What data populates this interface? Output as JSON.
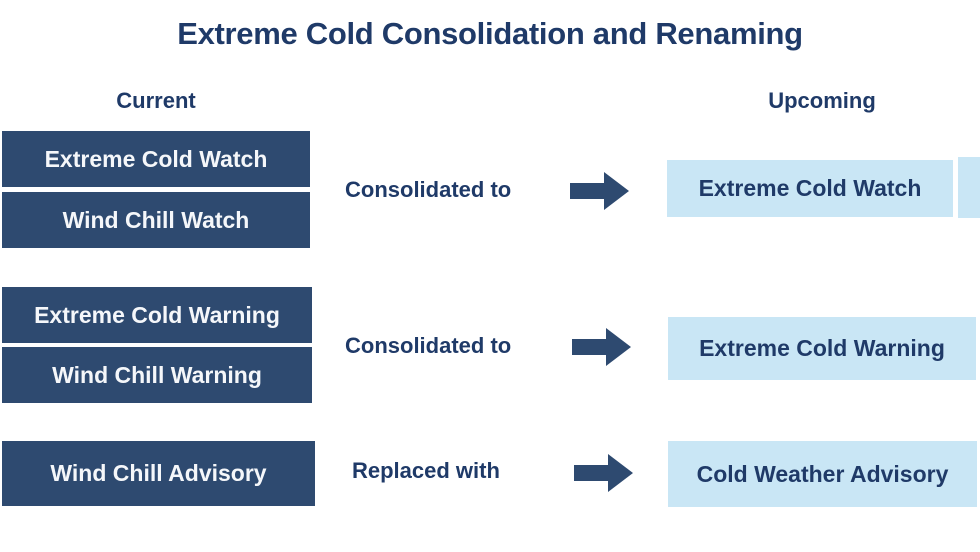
{
  "title": "Extreme Cold Consolidation and Renaming",
  "columns": {
    "current": "Current",
    "upcoming": "Upcoming"
  },
  "rows": [
    {
      "current_items": [
        "Extreme Cold Watch",
        "Wind Chill Watch"
      ],
      "action": "Consolidated to",
      "upcoming_item": "Extreme Cold Watch"
    },
    {
      "current_items": [
        "Extreme Cold Warning",
        "Wind Chill Warning"
      ],
      "action": "Consolidated to",
      "upcoming_item": "Extreme Cold Warning"
    },
    {
      "current_items": [
        "Wind Chill Advisory"
      ],
      "action": "Replaced with",
      "upcoming_item": "Cold Weather Advisory"
    }
  ],
  "icons": {
    "arrow": "right-arrow-icon"
  },
  "colors": {
    "navy_box": "#2e4a70",
    "navy_text": "#1f3a68",
    "light_blue_box": "#c9e6f5",
    "box_text_light": "#f5f7fa",
    "background": "#ffffff"
  }
}
